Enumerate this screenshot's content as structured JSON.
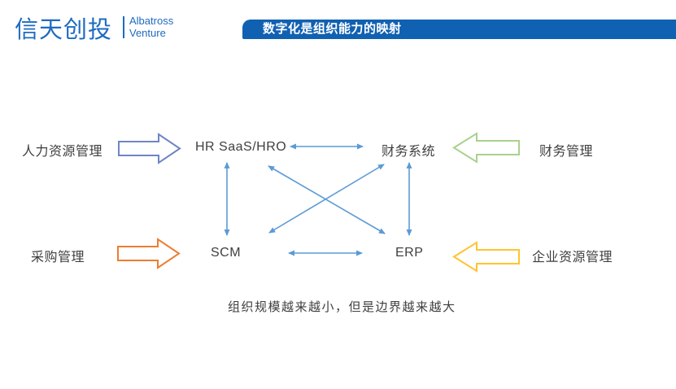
{
  "header": {
    "logo_cn": "信天创投",
    "logo_en_line1": "Albatross",
    "logo_en_line2": "Venture",
    "logo_color": "#1e6bc0",
    "banner_title": "数字化是组织能力的映射",
    "banner_color": "#1161b2"
  },
  "diagram": {
    "connector_color": "#5b9bd5",
    "text_color": "#3f3f3f",
    "nodes": {
      "hr_saas": "HR SaaS/HRO",
      "finance_system": "财务系统",
      "scm": "SCM",
      "erp": "ERP"
    },
    "side_labels": [
      {
        "label": "人力资源管理",
        "arrow_color": "#6f85c4",
        "arrow_direction": "right",
        "points_to": "HR SaaS/HRO"
      },
      {
        "label": "财务管理",
        "arrow_color": "#a9d18e",
        "arrow_direction": "left",
        "points_to": "财务系统"
      },
      {
        "label": "采购管理",
        "arrow_color": "#ed7d31",
        "arrow_direction": "right",
        "points_to": "SCM"
      },
      {
        "label": "企业资源管理",
        "arrow_color": "#ffc42e",
        "arrow_direction": "left",
        "points_to": "ERP"
      }
    ],
    "connections": [
      "HR SaaS/HRO <-> 财务系统",
      "SCM <-> ERP",
      "HR SaaS/HRO <-> SCM",
      "财务系统 <-> ERP",
      "HR SaaS/HRO <-> ERP",
      "SCM <-> 财务系统"
    ]
  },
  "caption": "组织规模越来越小，但是边界越来越大"
}
